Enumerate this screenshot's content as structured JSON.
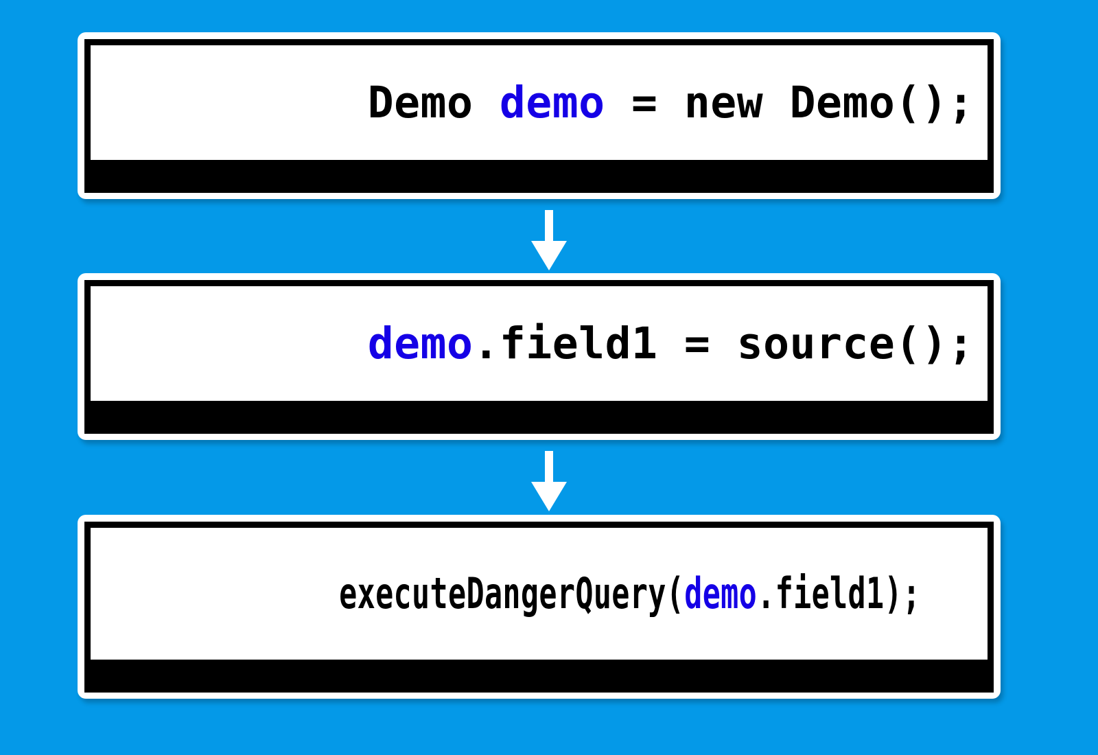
{
  "background": {
    "color": "#0499e8"
  },
  "palette": {
    "box_fill": "#ffffff",
    "box_border": "#000000",
    "code_text": "#000000",
    "highlight_text": "#1500e6",
    "arrow": "#ffffff"
  },
  "diagram": {
    "title": "taint-flow-diagram",
    "steps": [
      {
        "id": "step-1",
        "name": "allocation-statement",
        "segments": [
          {
            "text": "Demo ",
            "highlight": false
          },
          {
            "text": "demo",
            "highlight": true
          },
          {
            "text": " = new Demo();",
            "highlight": false
          }
        ],
        "full_text": "Demo demo = new Demo();"
      },
      {
        "id": "step-2",
        "name": "source-assignment-statement",
        "segments": [
          {
            "text": "demo",
            "highlight": true
          },
          {
            "text": ".field1 = source();",
            "highlight": false
          }
        ],
        "full_text": "demo.field1 = source();"
      },
      {
        "id": "step-3",
        "name": "sink-call-statement",
        "segments": [
          {
            "text": "executeDangerQuery(",
            "highlight": false
          },
          {
            "text": "demo",
            "highlight": true
          },
          {
            "text": ".field1);",
            "highlight": false
          }
        ],
        "full_text": "executeDangerQuery(demo.field1);"
      }
    ],
    "connectors": [
      {
        "id": "connector-1",
        "name": "down-arrow-icon",
        "from": "step-1",
        "to": "step-2"
      },
      {
        "id": "connector-2",
        "name": "down-arrow-icon",
        "from": "step-2",
        "to": "step-3"
      }
    ]
  }
}
